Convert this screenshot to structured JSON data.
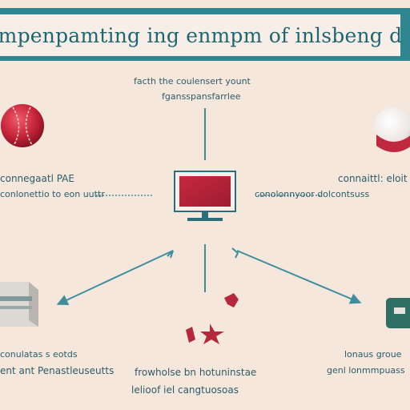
{
  "header": {
    "title": "mpenpamting ing enmpm of inlsbeng d"
  },
  "center_top_text": {
    "line1": "facth the coulensert yount",
    "line2": "fgansspansfarrlee"
  },
  "left_text": {
    "line1": "connegaatl PAE",
    "line2": "conlonettio to eon uuttr"
  },
  "right_text": {
    "line1": "connaittl: eloit",
    "line2": "conolonnyoor dolcontsuss"
  },
  "bottom_left_text": {
    "line1": "conulatas s eotds",
    "line2": "ent ant Penastleuseutts"
  },
  "bottom_center_text": {
    "line1": "frowholse bn hotuninstae",
    "line2": "lelioof iel cangtuosoas"
  },
  "bottom_right_text": {
    "line1": "lonaus groue",
    "line2": "genl lonmmpuass"
  },
  "colors": {
    "banner": "#2f8590",
    "accent_red": "#b5283c",
    "arrow": "#3f8e9c",
    "background": "#f6e7dc"
  }
}
